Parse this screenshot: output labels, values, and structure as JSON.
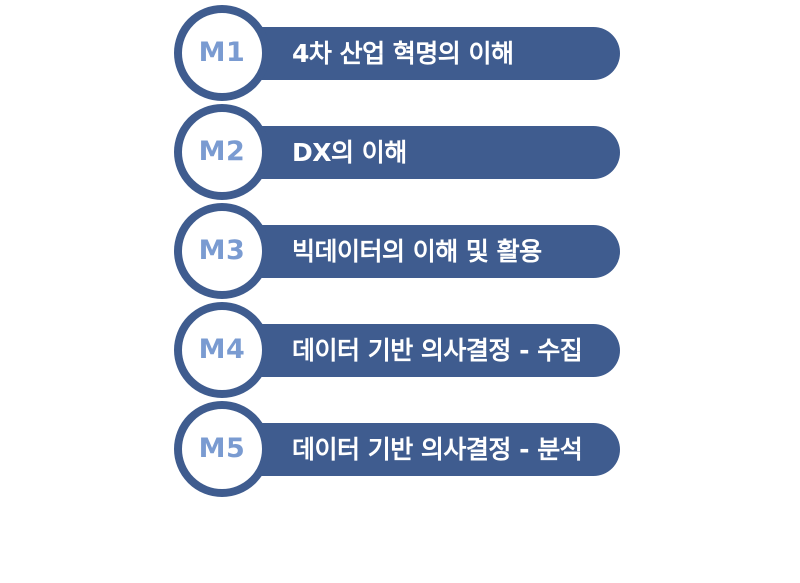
{
  "modules": [
    {
      "code": "M1",
      "title": "4차 산업 혁명의 이해"
    },
    {
      "code": "M2",
      "title": "DX의 이해"
    },
    {
      "code": "M3",
      "title": "빅데이터의 이해 및 활용"
    },
    {
      "code": "M4",
      "title": "데이터 기반 의사결정 - 수집"
    },
    {
      "code": "M5",
      "title": "데이터 기반 의사결정 - 분석"
    }
  ],
  "colors": {
    "bar": "#3f5c8f",
    "badge_border": "#3f5c8f",
    "badge_text": "#7a9bd1",
    "title_text": "#ffffff"
  }
}
